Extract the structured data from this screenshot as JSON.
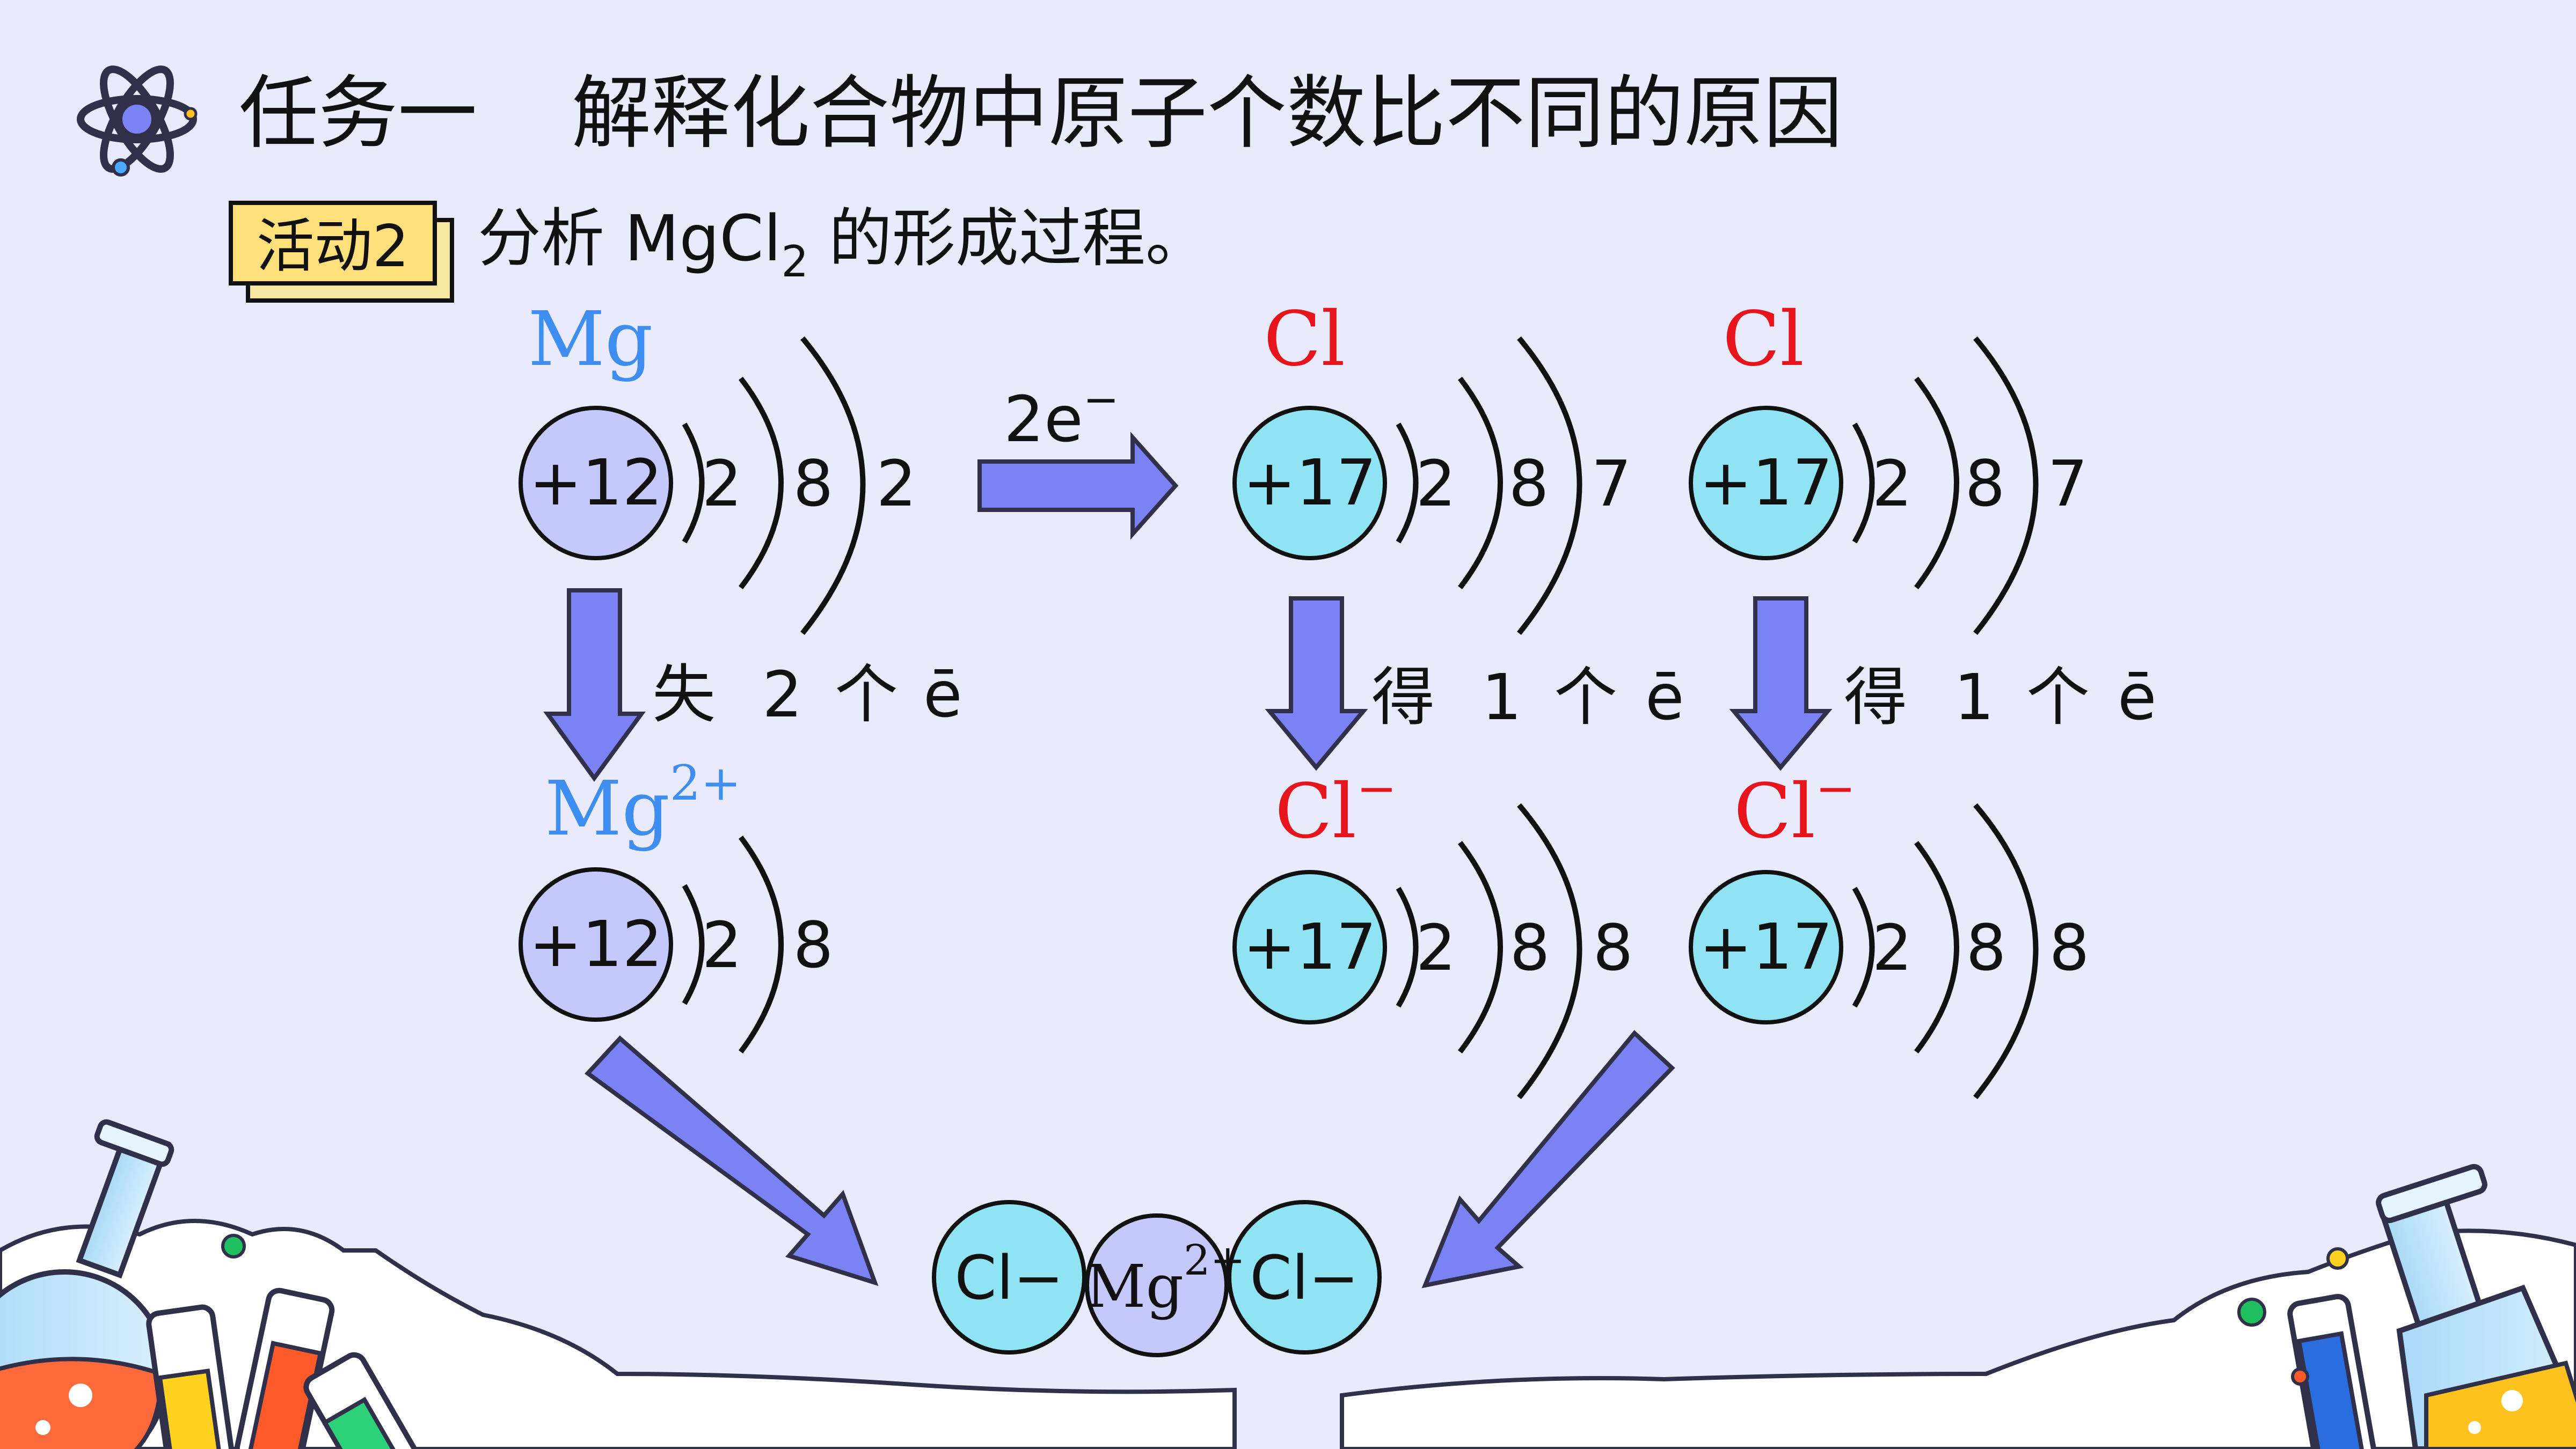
{
  "title": {
    "task": "任务一",
    "heading": "解释化合物中原子个数比不同的原因"
  },
  "activity": {
    "badge": "活动2",
    "text_before": "分析 MgCl",
    "subscript": "2",
    "text_after": " 的形成过程。"
  },
  "atoms": {
    "mg": {
      "symbol": "Mg",
      "nucleus": "+12",
      "shells": [
        "2",
        "8",
        "2"
      ]
    },
    "cl1": {
      "symbol": "Cl",
      "nucleus": "+17",
      "shells": [
        "2",
        "8",
        "7"
      ]
    },
    "cl2": {
      "symbol": "Cl",
      "nucleus": "+17",
      "shells": [
        "2",
        "8",
        "7"
      ]
    }
  },
  "ions": {
    "mg": {
      "symbol": "Mg",
      "charge": "2+",
      "nucleus": "+12",
      "shells": [
        "2",
        "8"
      ]
    },
    "cl1": {
      "symbol": "Cl",
      "charge": "−",
      "nucleus": "+17",
      "shells": [
        "2",
        "8",
        "8"
      ]
    },
    "cl2": {
      "symbol": "Cl",
      "charge": "−",
      "nucleus": "+17",
      "shells": [
        "2",
        "8",
        "8"
      ]
    }
  },
  "transfer": {
    "label": "2e",
    "charge": "−"
  },
  "steps": {
    "mg": {
      "verb": "失",
      "num": "2",
      "unit": "个",
      "e": "ē"
    },
    "cl1": {
      "verb": "得",
      "num": "1",
      "unit": "个",
      "e": "ē"
    },
    "cl2": {
      "verb": "得",
      "num": "1",
      "unit": "个",
      "e": "ē"
    }
  },
  "compound": {
    "left": "Cl−",
    "center_symbol": "Mg",
    "center_charge": "2+",
    "right": "Cl−"
  },
  "colors": {
    "background": "#e9eafb",
    "mg_blue": "#3d8ef0",
    "cl_red": "#e8141c",
    "arrow": "#7b83f4",
    "mg_nucleus": "#c5c8fb",
    "cl_nucleus": "#8fe3f2",
    "badge": "#ffe07a"
  }
}
